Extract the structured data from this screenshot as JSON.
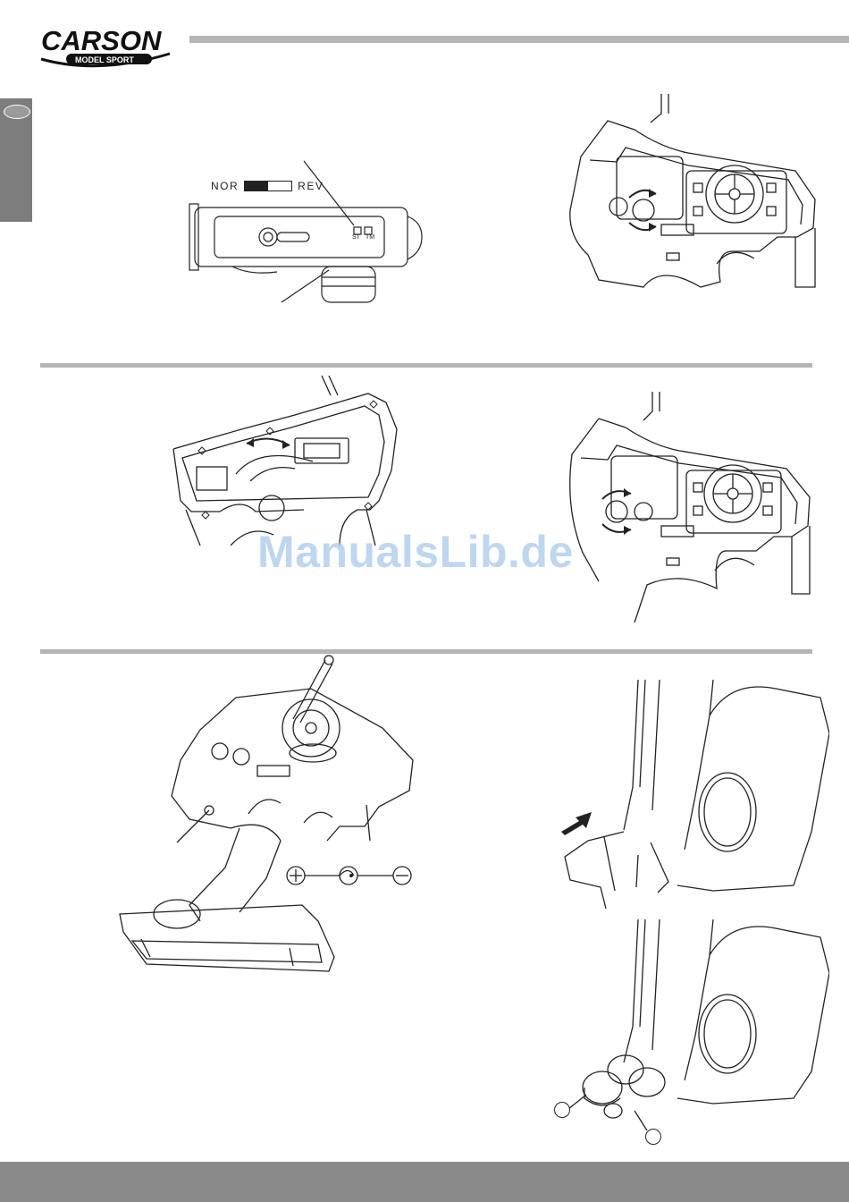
{
  "brand": {
    "name": "CARSON",
    "tagline": "MODEL SPORT"
  },
  "switch": {
    "left_label": "NOR",
    "right_label": "REV",
    "ch1_label": "ST",
    "ch2_label": "TM"
  },
  "watermark": "ManualsLib.de",
  "colors": {
    "rule": "#b5b5b5",
    "side_tab": "#7d7d7d",
    "footer": "#8a8a8a",
    "watermark": "#aac9ea"
  }
}
